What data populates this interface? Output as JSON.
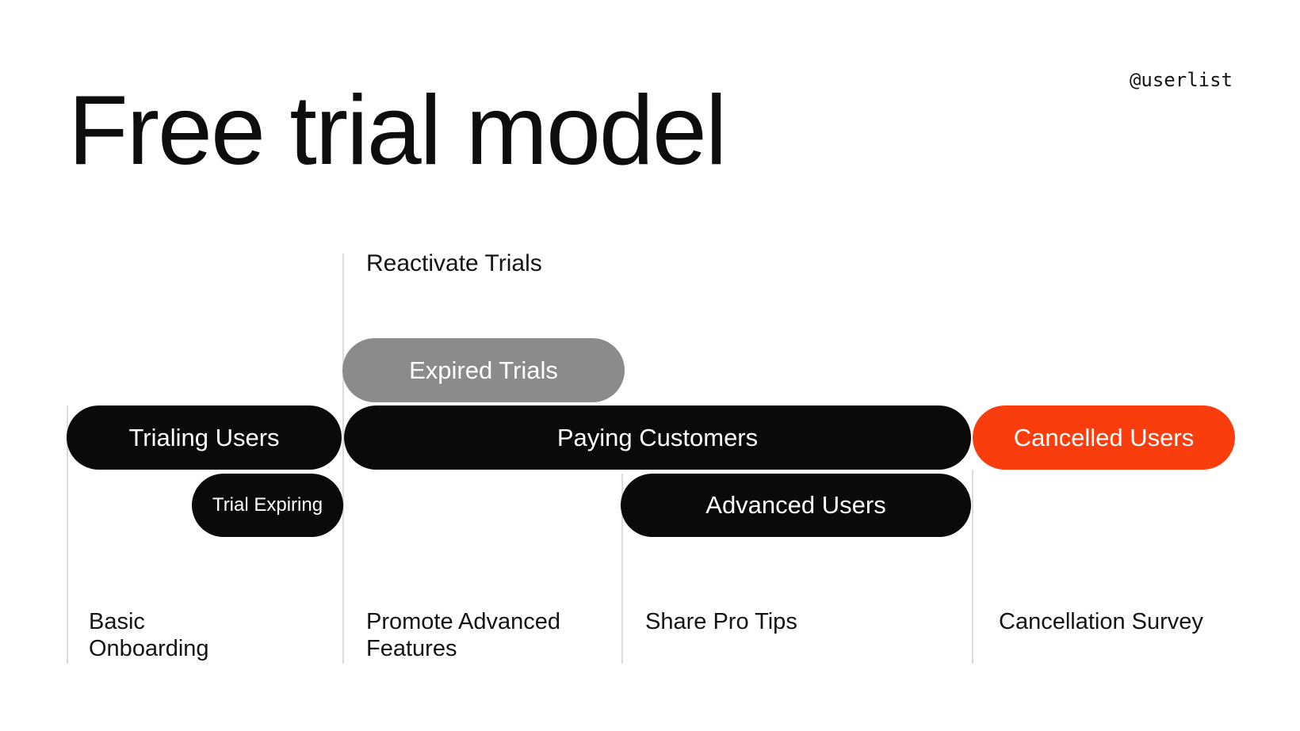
{
  "colors": {
    "bg": "#ffffff",
    "title-text": "#0d0d0d",
    "dark-text": "#141414",
    "light-text": "#ffffff",
    "pill-black": "#0a0a0a",
    "pill-gray": "#8b8b8b",
    "pill-orange": "#fa3d0d",
    "line": "#dbdbdb"
  },
  "header": {
    "title": "Free trial model",
    "watermark": "@userlist"
  },
  "diagram": {
    "annotation_label": "Reactivate Trials",
    "segments": {
      "expired_trials": "Expired Trials",
      "trialing_users": "Trialing Users",
      "paying_customers": "Paying Customers",
      "cancelled_users": "Cancelled Users",
      "trial_expiring": "Trial Expiring",
      "advanced_users": "Advanced Users"
    },
    "campaigns": {
      "basic_onboarding": "Basic\nOnboarding",
      "promote_advanced_features": "Promote Advanced\nFeatures",
      "share_pro_tips": "Share Pro Tips",
      "cancellation_survey": "Cancellation Survey"
    }
  }
}
